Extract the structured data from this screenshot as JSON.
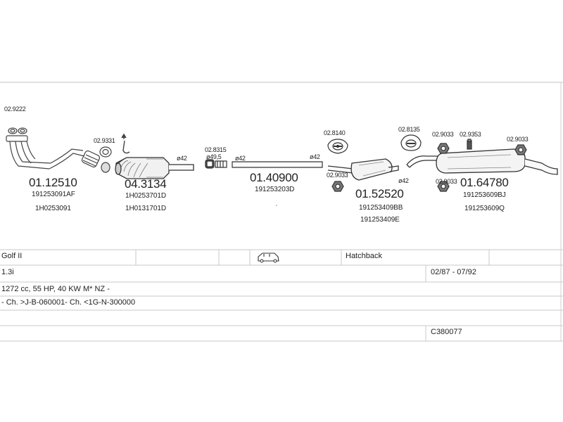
{
  "parts": {
    "p1": {
      "code": "01.12510",
      "oem1": "191253091AF",
      "oem2": "1H0253091"
    },
    "p2": {
      "code": "04.3134",
      "oem1": "1H0253701D",
      "oem2": "1H0131701D"
    },
    "p3": {
      "code": "01.40900",
      "oem1": "191253203D"
    },
    "p4": {
      "code": "01.52520",
      "oem1": "191253409BB",
      "oem2": "191253409E"
    },
    "p5": {
      "code": "01.64780",
      "oem1": "191253609BJ",
      "oem2": "191253609Q"
    }
  },
  "fittings": {
    "f1": "02.9222",
    "f2": "02.9331",
    "f3": "02.8315",
    "f4": "02.8140",
    "f5": "02.9033",
    "f6": "02.8135",
    "f7": "02.9033",
    "f8": "02.9353",
    "f9": "02.9033",
    "f10": "02.9033"
  },
  "diameters": {
    "d1": "ø42",
    "d2": "ø49,5",
    "d3": "ø42",
    "d4": "ø42",
    "d5": "ø42"
  },
  "vehicle": {
    "model": "Golf II",
    "body": "Hatchback",
    "engine": "1.3i",
    "years": "02/87 - 07/92",
    "specs": "1272 cc, 55 HP, 40 KW M* NZ -",
    "chassis": "- Ch. >J-B-060001- Ch. <1G-N-300000",
    "code": "C380077",
    "car_icon": "hatchback-car-icon"
  }
}
